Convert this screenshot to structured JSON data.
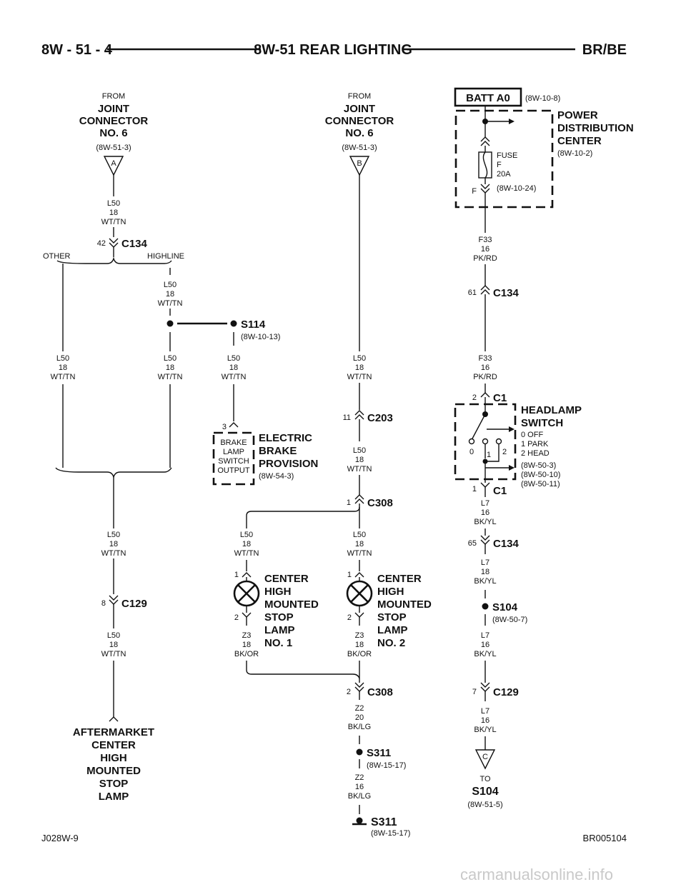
{
  "header": {
    "left": "8W - 51 - 4",
    "center": "8W-51 REAR LIGHTING",
    "right": "BR/BE"
  },
  "footer": {
    "left": "J028W-9",
    "right": "BR005104"
  },
  "watermark": "carmanualsonline.info",
  "common": {
    "from": "FROM",
    "to": "TO",
    "joint1": "JOINT",
    "joint2": "CONNECTOR",
    "joint3": "NO. 6",
    "ref_jc": "(8W-51-3)",
    "cl_l50": "L50",
    "cl_18": "18",
    "cl_wttn": "WT/TN",
    "cl_f33": "F33",
    "cl_16": "16",
    "cl_pkrd": "PK/RD",
    "cl_l7": "L7",
    "cl_bkyl": "BK/YL",
    "cl_z3": "Z3",
    "cl_bkor": "BK/OR",
    "cl_z2": "Z2",
    "cl_20": "20",
    "cl_bklg": "BK/LG"
  },
  "connectors": {
    "a": "A",
    "b": "B",
    "c": "C",
    "c134": "C134",
    "c203": "C203",
    "c308": "C308",
    "c129": "C129",
    "c1": "C1",
    "p42": "42",
    "p61": "61",
    "p65": "65",
    "p11": "11",
    "p1": "1",
    "p2": "2",
    "p8": "8",
    "p7": "7",
    "p3": "3",
    "other": "OTHER",
    "highline": "HIGHLINE"
  },
  "splices": {
    "s114": "S114",
    "s114_ref": "(8W-10-13)",
    "s104": "S104",
    "s104_ref": "(8W-50-7)",
    "s311": "S311",
    "s311_ref": "(8W-15-17)",
    "s104_ref2": "(8W-51-5)"
  },
  "components": {
    "batt": "BATT A0",
    "batt_ref": "(8W-10-8)",
    "pdc1": "POWER",
    "pdc2": "DISTRIBUTION",
    "pdc3": "CENTER",
    "pdc_ref": "(8W-10-2)",
    "fuse1": "FUSE",
    "fuse2": "F",
    "fuse3": "20A",
    "fuse_pin": "F",
    "fuse_ref": "(8W-10-24)",
    "hs1": "HEADLAMP",
    "hs2": "SWITCH",
    "hs_off": "0 OFF",
    "hs_park": "1 PARK",
    "hs_head": "2 HEAD",
    "hs_ref1": "(8W-50-3)",
    "hs_ref2": "(8W-50-10)",
    "hs_ref3": "(8W-50-11)",
    "hs_p0": "0",
    "hs_p1": "1",
    "hs_p2": "2",
    "eb1": "ELECTRIC",
    "eb2": "BRAKE",
    "eb3": "PROVISION",
    "eb_ref": "(8W-54-3)",
    "bl1": "BRAKE",
    "bl2": "LAMP",
    "bl3": "SWITCH",
    "bl4": "OUTPUT",
    "ch1": "CENTER",
    "ch2": "HIGH",
    "ch3": "MOUNTED",
    "ch4": "STOP",
    "ch5": "LAMP",
    "ch_no1": "NO. 1",
    "ch_no2": "NO. 2",
    "am1": "AFTERMARKET",
    "am2": "CENTER",
    "am3": "HIGH",
    "am4": "MOUNTED",
    "am5": "STOP",
    "am6": "LAMP"
  }
}
